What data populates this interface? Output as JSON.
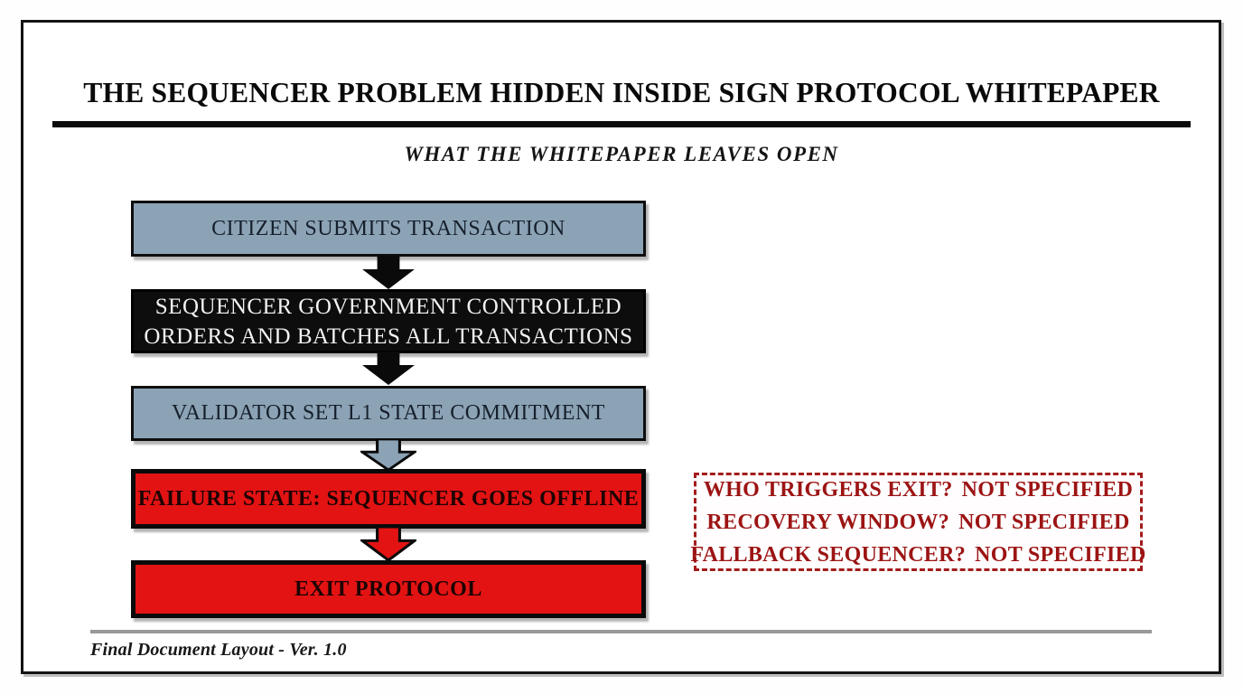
{
  "header": {
    "title": "THE SEQUENCER PROBLEM HIDDEN INSIDE SIGN PROTOCOL WHITEPAPER",
    "subtitle": "WHAT THE WHITEPAPER LEAVES OPEN"
  },
  "flowchart": {
    "nodes": [
      {
        "label": "CITIZEN SUBMITS TRANSACTION",
        "variant": "steel"
      },
      {
        "lines": [
          "SEQUENCER GOVERNMENT CONTROLLED",
          "ORDERS AND BATCHES ALL TRANSACTIONS"
        ],
        "variant": "black"
      },
      {
        "label": "VALIDATOR SET L1 STATE COMMITMENT",
        "variant": "steel"
      },
      {
        "label": "FAILURE STATE: SEQUENCER GOES OFFLINE",
        "variant": "red"
      },
      {
        "label": "EXIT PROTOCOL",
        "variant": "red"
      }
    ],
    "connectors": [
      {
        "style": "solid-black"
      },
      {
        "style": "solid-black"
      },
      {
        "style": "outlined-steel"
      },
      {
        "style": "outlined-red"
      }
    ]
  },
  "open_questions": {
    "items": [
      {
        "question": "WHO TRIGGERS EXIT?",
        "answer": "NOT SPECIFIED"
      },
      {
        "question": "RECOVERY WINDOW?",
        "answer": "NOT SPECIFIED"
      },
      {
        "question": "FALLBACK SEQUENCER?",
        "answer": "NOT SPECIFIED"
      }
    ]
  },
  "footer": {
    "note": "Final Document Layout - Ver. 1.0"
  },
  "colors": {
    "steel": "#8ca3b6",
    "node_black": "#0d0d0d",
    "alert_red": "#e31313",
    "stamp_red": "#9c1414",
    "divider_gray": "#999999"
  }
}
